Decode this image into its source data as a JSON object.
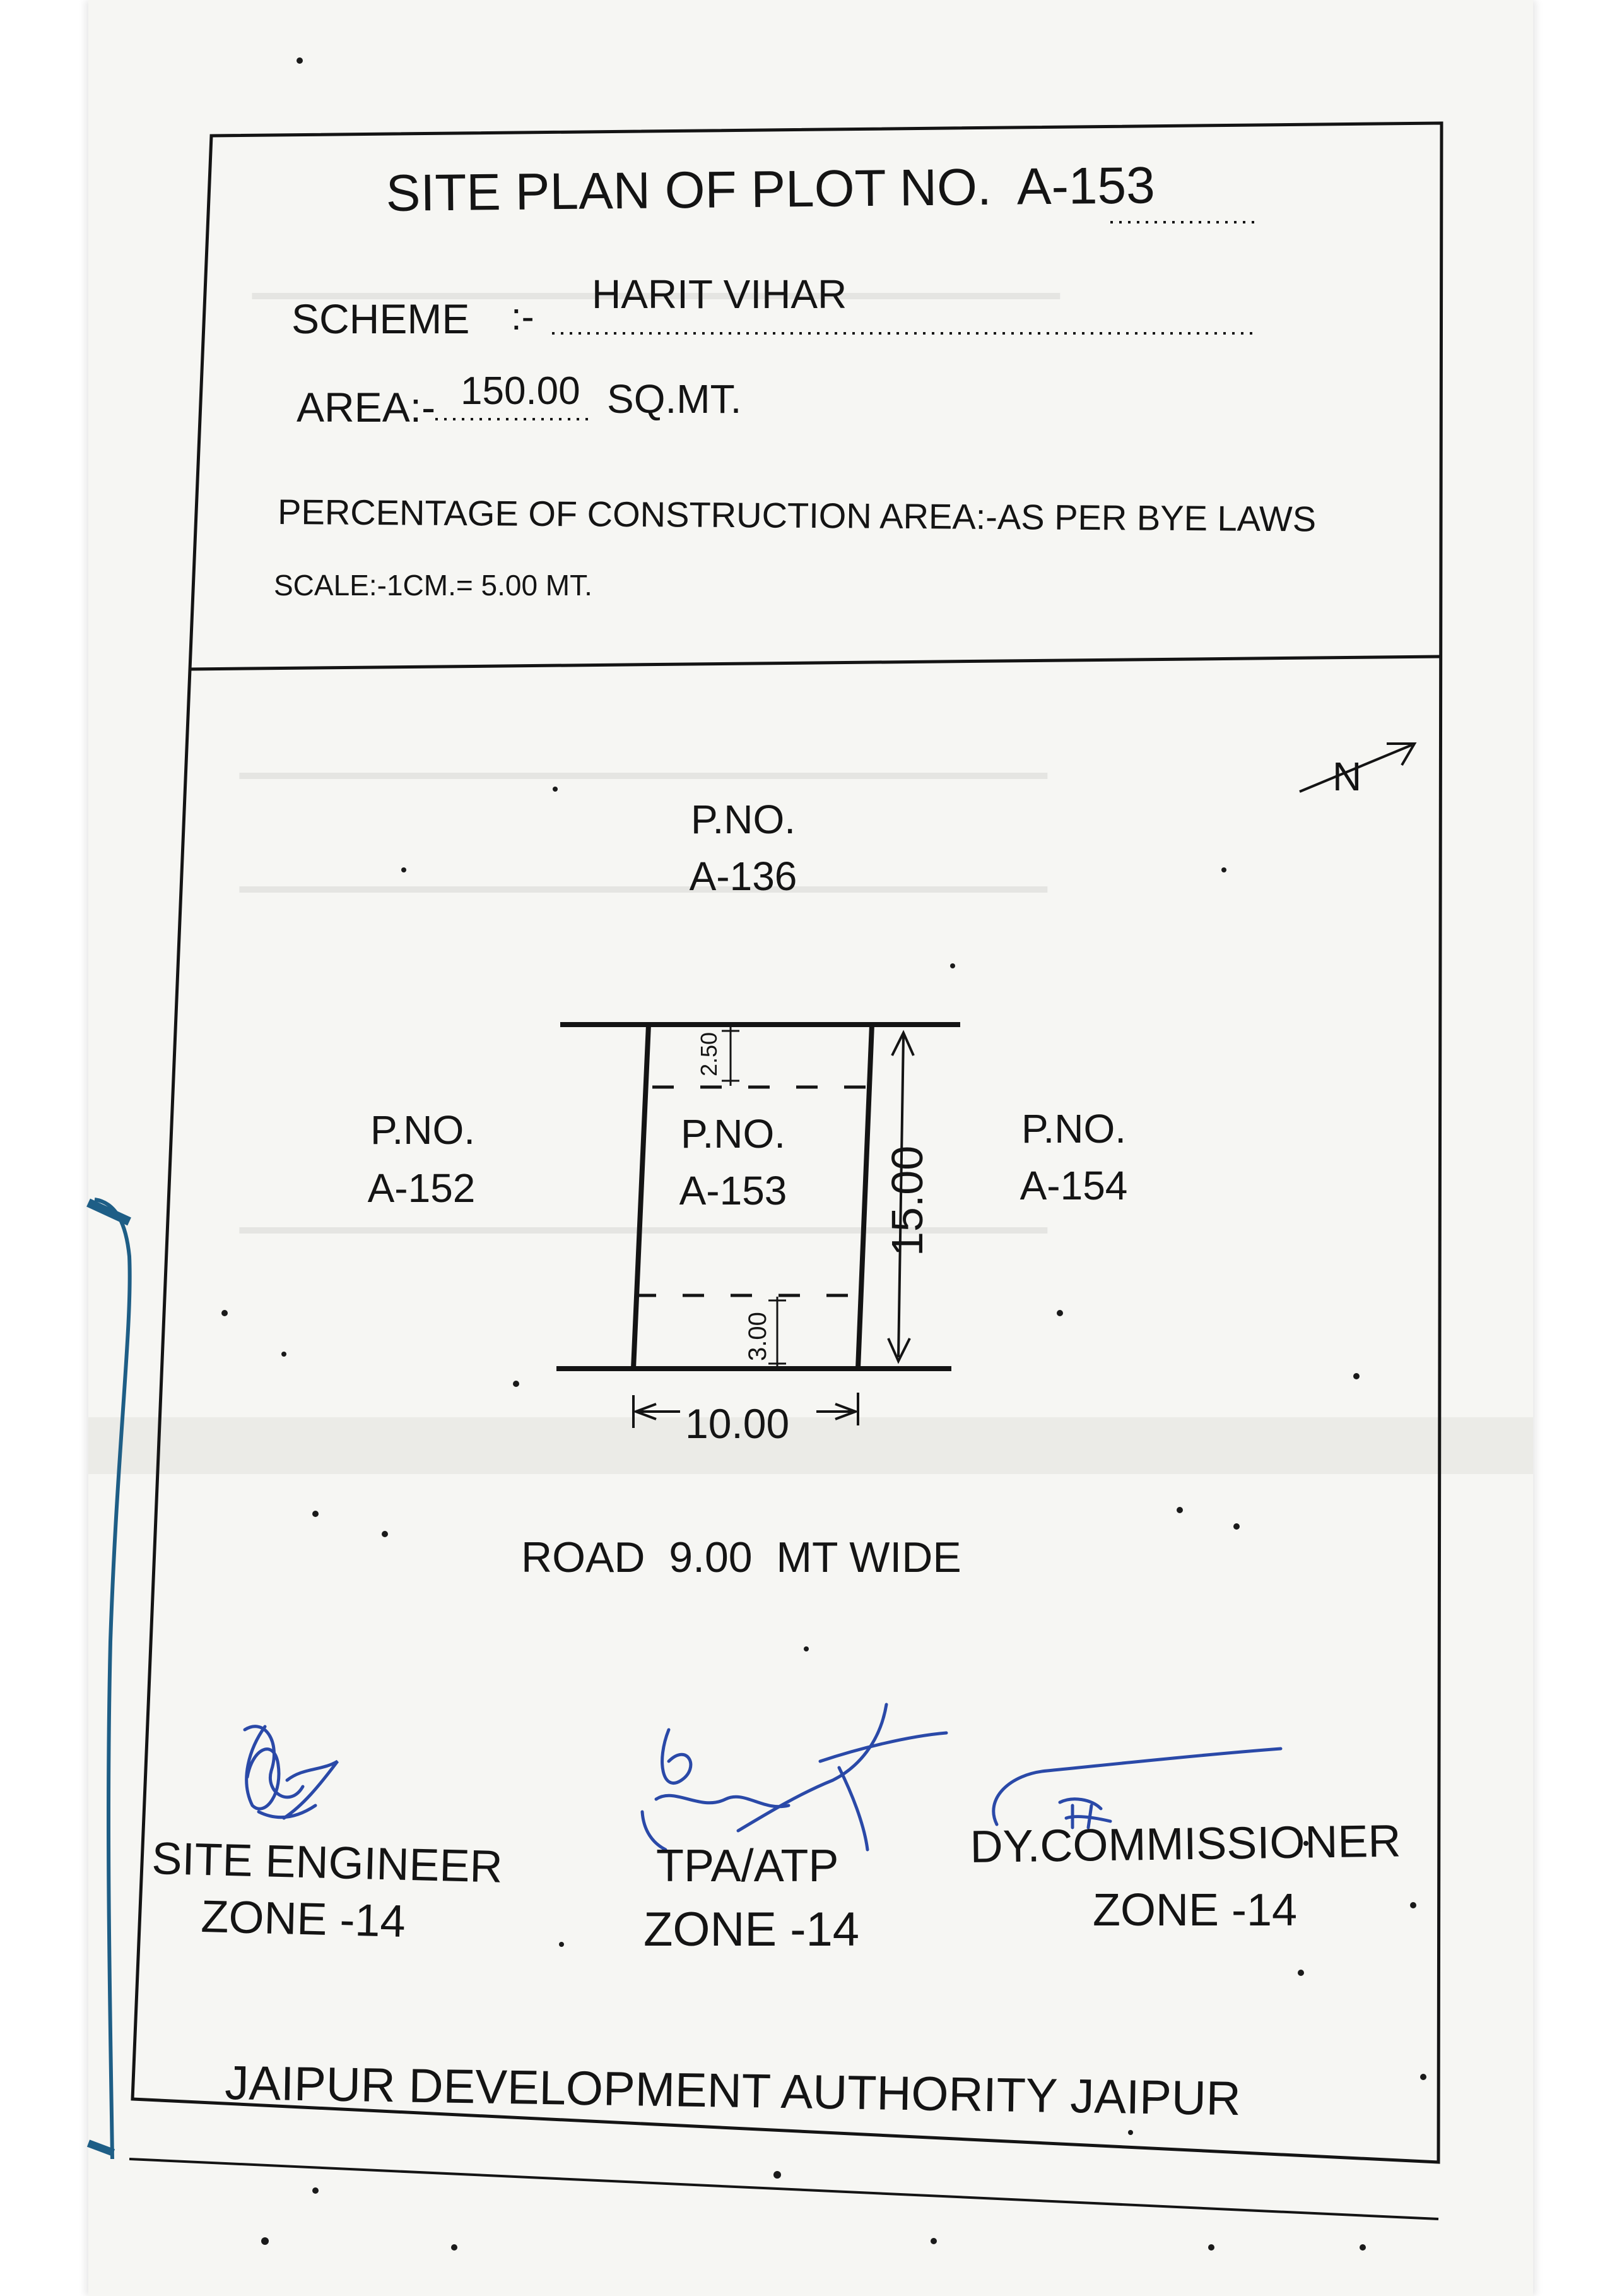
{
  "header": {
    "title": "SITE PLAN OF PLOT NO.",
    "plot_no": "A-153",
    "scheme_label": "SCHEME",
    "scheme_sep": ":-",
    "scheme_value": "HARIT VIHAR",
    "area_label": "AREA:-",
    "area_value": "150.00",
    "area_unit": "SQ.MT.",
    "construction_text": "PERCENTAGE OF CONSTRUCTION AREA:-AS PER BYE LAWS",
    "scale_text": "SCALE:-1CM.= 5.00 MT."
  },
  "plan": {
    "north_label": "N",
    "plot_north": {
      "line1": "P.NO.",
      "line2": "A-136"
    },
    "plot_west": {
      "line1": "P.NO.",
      "line2": "A-152"
    },
    "plot_center": {
      "line1": "P.NO.",
      "line2": "A-153"
    },
    "plot_east": {
      "line1": "P.NO.",
      "line2": "A-154"
    },
    "dim_top_setback": "2.50",
    "dim_bottom_setback": "3.00",
    "dim_depth": "15.00",
    "dim_width": "10.00",
    "road_label": "ROAD  9.00  MT WIDE"
  },
  "signatories": [
    {
      "title": "SITE ENGINEER",
      "zone": "ZONE -14"
    },
    {
      "title": "TPA/ATP",
      "zone": "ZONE -14"
    },
    {
      "title": "DY.COMMISSIONER",
      "zone": "ZONE -14"
    }
  ],
  "footer": {
    "authority": "JAIPUR DEVELOPMENT AUTHORITY JAIPUR"
  },
  "colors": {
    "ink": "#141414",
    "signature_ink": "#2a49a8",
    "binding_thread": "#1e5e86",
    "paper": "#f6f6f3"
  }
}
